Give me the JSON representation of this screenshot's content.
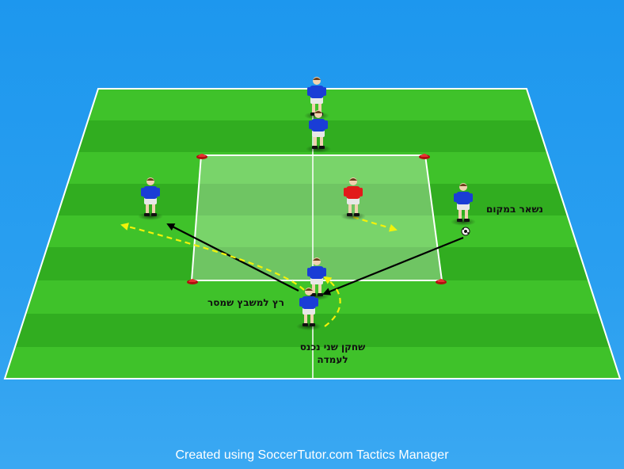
{
  "labels": {
    "stay_in_place": "נשאר במקום",
    "run_to_passer": "רץ למשבץ שמסר",
    "second_player_line1": "שחקן שני נכנס",
    "second_player_line2": "לעמדה"
  },
  "footer": {
    "credit": "Created using SoccerTutor.com Tactics Manager"
  },
  "colors": {
    "background": "#1d97ee",
    "pitch_light": "#3fc22a",
    "pitch_dark": "#2fa81e",
    "player_team": "#1a3dd6",
    "player_opponent": "#e21a1a",
    "pass_arrow": "#000000",
    "run_arrow": "#f2f20a",
    "cone": "#e21a1a"
  }
}
